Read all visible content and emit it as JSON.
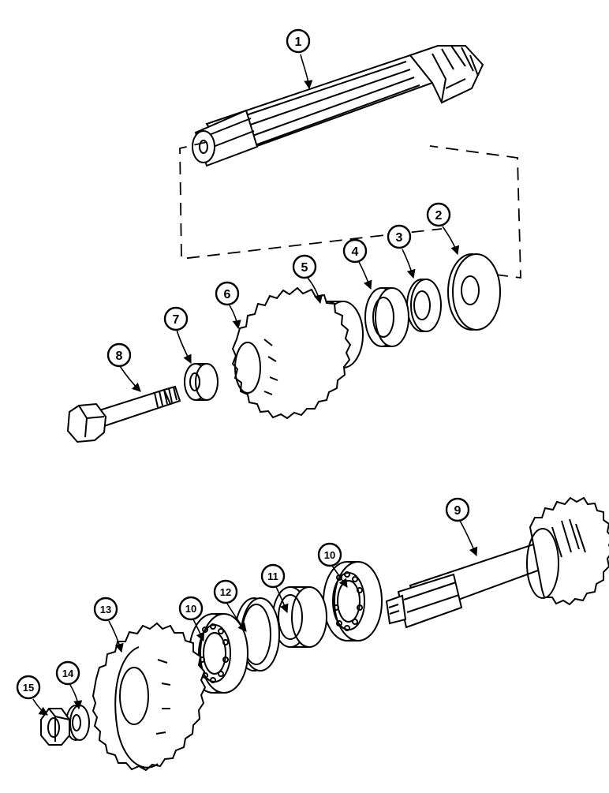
{
  "diagram": {
    "callouts": [
      {
        "id": "c1",
        "number": "1"
      },
      {
        "id": "c2",
        "number": "2"
      },
      {
        "id": "c3",
        "number": "3"
      },
      {
        "id": "c4",
        "number": "4"
      },
      {
        "id": "c5",
        "number": "5"
      },
      {
        "id": "c6",
        "number": "6"
      },
      {
        "id": "c7",
        "number": "7"
      },
      {
        "id": "c8",
        "number": "8"
      },
      {
        "id": "c9",
        "number": "9"
      },
      {
        "id": "c10a",
        "number": "10"
      },
      {
        "id": "c10b",
        "number": "10"
      },
      {
        "id": "c11",
        "number": "11"
      },
      {
        "id": "c12",
        "number": "12"
      },
      {
        "id": "c13",
        "number": "13"
      },
      {
        "id": "c14",
        "number": "14"
      },
      {
        "id": "c15",
        "number": "15"
      }
    ],
    "line_color": "#000000",
    "background": "#ffffff"
  }
}
